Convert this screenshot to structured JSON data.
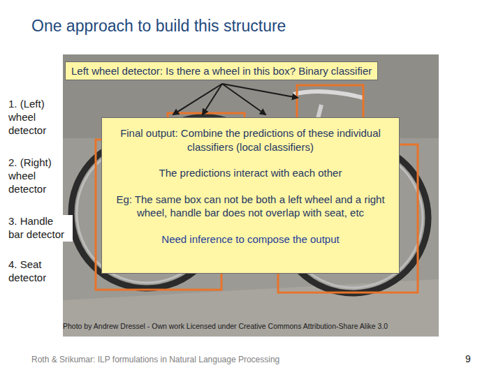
{
  "diagram": {
    "title": "One approach to build this structure",
    "nodes": [
      {
        "text": [
          "Left wheel detector: Is there a wheel in this box? Binary classifier"
        ]
      },
      {
        "text": [
          "Final output: Combine the predictions of these individual classifiers (local classifiers)",
          "The predictions interact with each other",
          "Eg: The same box can not be both a left wheel and a right wheel, handle bar does not overlap with seat, etc",
          "Need inference to compose the output"
        ]
      }
    ],
    "labels": [
      "1. (Left) wheel detector",
      "2. (Right) wheel detector",
      "3. Handle bar detector",
      "4. Seat detector",
      "Photo by Andrew Dressel - Own work Licensed under Creative Commons Attribution-Share Alike 3.0",
      "Roth & Srikumar: ILP formulations in Natural Language Processing",
      "9"
    ]
  }
}
